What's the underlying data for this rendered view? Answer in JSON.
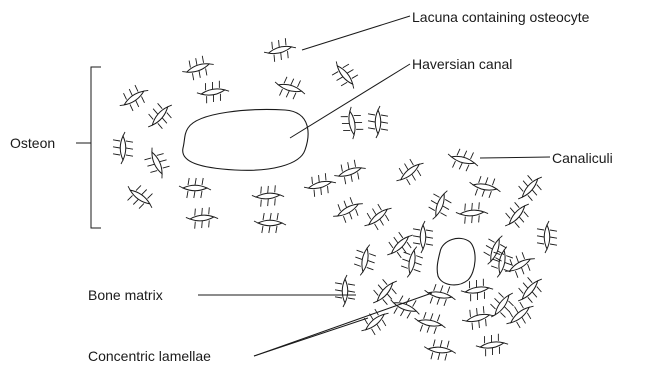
{
  "diagram": {
    "labels": {
      "lacuna": "Lacuna containing osteocyte",
      "haversian": "Haversian canal",
      "osteon": "Osteon",
      "canaliculi": "Canaliculi",
      "bone_matrix": "Bone matrix",
      "lamellae": "Concentric lamellae"
    }
  }
}
